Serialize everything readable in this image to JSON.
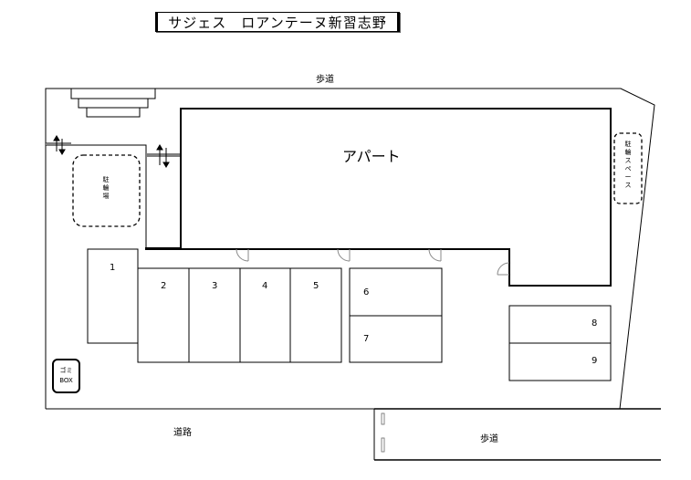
{
  "title": "サジェス　ロアンテーヌ新習志野",
  "labels": {
    "top_sidewalk": "歩道",
    "apartment": "アパート",
    "bike_parking_left": "駐輪場",
    "bike_space_right": "駐輪スペース",
    "road": "道路",
    "bottom_sidewalk": "歩道",
    "garbage_line1": "ゴミ",
    "garbage_line2": "BOX"
  },
  "parking_spaces": [
    "1",
    "2",
    "3",
    "4",
    "5",
    "6",
    "7",
    "8",
    "9"
  ],
  "colors": {
    "line": "#000000",
    "door": "#888888",
    "background": "#ffffff"
  }
}
